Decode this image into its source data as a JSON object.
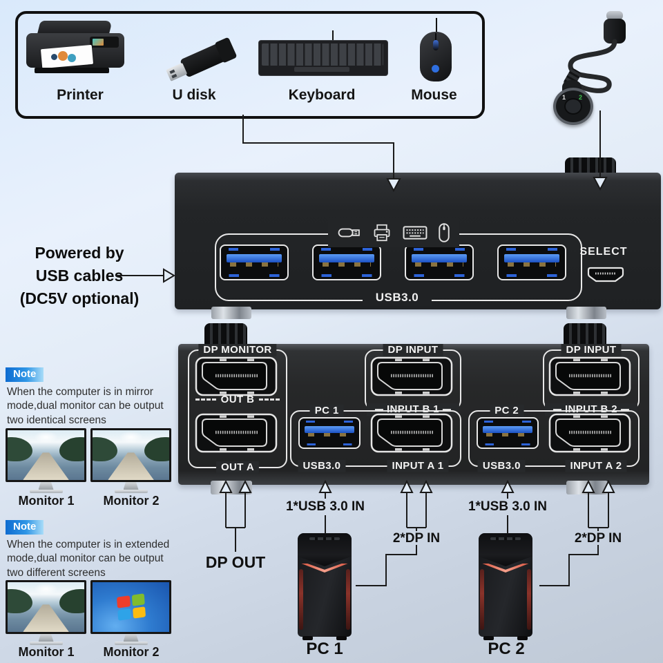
{
  "peripherals": {
    "items": [
      {
        "label": "Printer"
      },
      {
        "label": "U disk"
      },
      {
        "label": "Keyboard"
      },
      {
        "label": "Mouse"
      }
    ]
  },
  "remote": {
    "button_1": "1",
    "button_2": "2"
  },
  "power_note": {
    "line1": "Powered by",
    "line2": "USB cables",
    "line3": "(DC5V optional)"
  },
  "front_panel": {
    "icons": [
      "usb-drive-icon",
      "printer-icon",
      "keyboard-icon",
      "mouse-icon"
    ],
    "usb_label": "USB3.0",
    "select_label": "SELECT",
    "usb_port_count": 4
  },
  "rear_panel": {
    "monitor_group": {
      "title": "DP MONITOR",
      "port_top_label": "OUT B",
      "port_bottom_label": "OUT A"
    },
    "dp_input_group_1": {
      "title": "DP INPUT",
      "port_label": "INPUT B 1"
    },
    "pc1_group": {
      "title": "PC 1",
      "usb_label": "USB3.0",
      "dp_label": "INPUT A 1"
    },
    "dp_input_group_2": {
      "title": "DP INPUT",
      "port_label": "INPUT B 2"
    },
    "pc2_group": {
      "title": "PC 2",
      "usb_label": "USB3.0",
      "dp_label": "INPUT A 2"
    }
  },
  "connections": {
    "dp_out_label": "DP OUT",
    "pc1_usb_label": "1*USB 3.0 IN",
    "pc1_dp_label": "2*DP IN",
    "pc2_usb_label": "1*USB 3.0 IN",
    "pc2_dp_label": "2*DP IN"
  },
  "computers": {
    "pc1_label": "PC 1",
    "pc2_label": "PC 2"
  },
  "notes": [
    {
      "badge": "Note",
      "text": "When the computer is in mirror mode,dual monitor can be output two identical screens",
      "monitor1_label": "Monitor 1",
      "monitor2_label": "Monitor 2"
    },
    {
      "badge": "Note",
      "text": "When the computer is in extended mode,dual monitor can be output two different screens",
      "monitor1_label": "Monitor 1",
      "monitor2_label": "Monitor 2"
    }
  ],
  "colors": {
    "usb_port_blue": "#2d63d8",
    "note_badge_blue": "#1585e0",
    "device_black": "#232527",
    "line_color": "#1a1a1a",
    "accent_red": "#d95540"
  }
}
